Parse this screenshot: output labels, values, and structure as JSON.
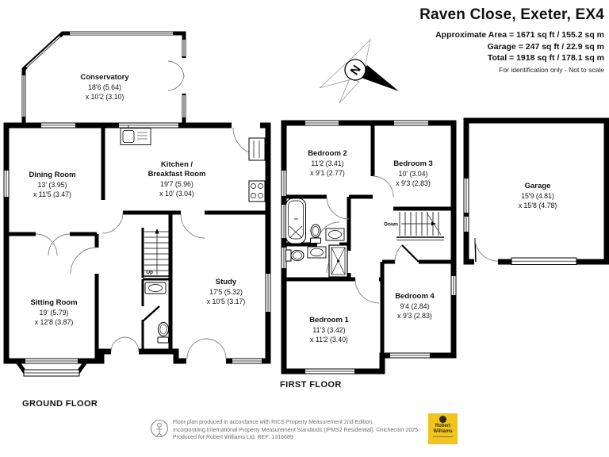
{
  "header": {
    "title": "Raven Close, Exeter, EX4",
    "area_line1": "Approximate Area = 1671 sq ft / 155.2 sq m",
    "area_line2": "Garage = 247 sq ft / 22.9 sq m",
    "area_line3": "Total = 1918 sq ft / 178.1 sq m",
    "disclaimer": "For identification only - Not to scale"
  },
  "compass": {
    "north_label": "N"
  },
  "floors": {
    "ground_label": "GROUND FLOOR",
    "first_label": "FIRST FLOOR"
  },
  "rooms": {
    "conservatory": {
      "name": "Conservatory",
      "dim1": "18'6 (5.64)",
      "dim2": "x 10'2 (3.10)"
    },
    "dining": {
      "name": "Dining Room",
      "dim1": "13' (3.95)",
      "dim2": "x 11'5 (3.47)"
    },
    "kitchen": {
      "name1": "Kitchen /",
      "name2": "Breakfast Room",
      "dim1": "19'7 (5.96)",
      "dim2": "x 10' (3.04)"
    },
    "sitting": {
      "name": "Sitting Room",
      "dim1": "19' (5.79)",
      "dim2": "x 12'8 (3.87)"
    },
    "study": {
      "name": "Study",
      "dim1": "17'5 (5.32)",
      "dim2": "x 10'5 (3.17)"
    },
    "bedroom2": {
      "name": "Bedroom 2",
      "dim1": "11'2 (3.41)",
      "dim2": "x 9'1 (2.77)"
    },
    "bedroom3": {
      "name": "Bedroom 3",
      "dim1": "10' (3.04)",
      "dim2": "x 9'3 (2.83)"
    },
    "bedroom1": {
      "name": "Bedroom 1",
      "dim1": "11'3 (3.42)",
      "dim2": "x 11'2 (3.40)"
    },
    "bedroom4": {
      "name": "Bedroom 4",
      "dim1": "9'4 (2.84)",
      "dim2": "x 9'3 (2.83)"
    },
    "garage": {
      "name": "Garage",
      "dim1": "15'9 (4.81)",
      "dim2": "x 15'8 (4.78)"
    }
  },
  "stairs": {
    "up_label": "Up",
    "down_label": "Down"
  },
  "footer": {
    "line1": "Floor plan produced in accordance with RICS Property Measurement 2nd Edition,",
    "line2": "Incorporating International Property Measurement Standards (IPMS2 Residential).  ©nichecom 2025.",
    "line3": "Produced for Robert Williams Ltd.   REF:  1316689",
    "logo": {
      "line1": "Robert",
      "line2": "Williams",
      "bg_color": "#F0C41C"
    }
  },
  "colors": {
    "wall": "#000000",
    "door_arc": "#808080",
    "logo_gold": "#F0C41C"
  }
}
